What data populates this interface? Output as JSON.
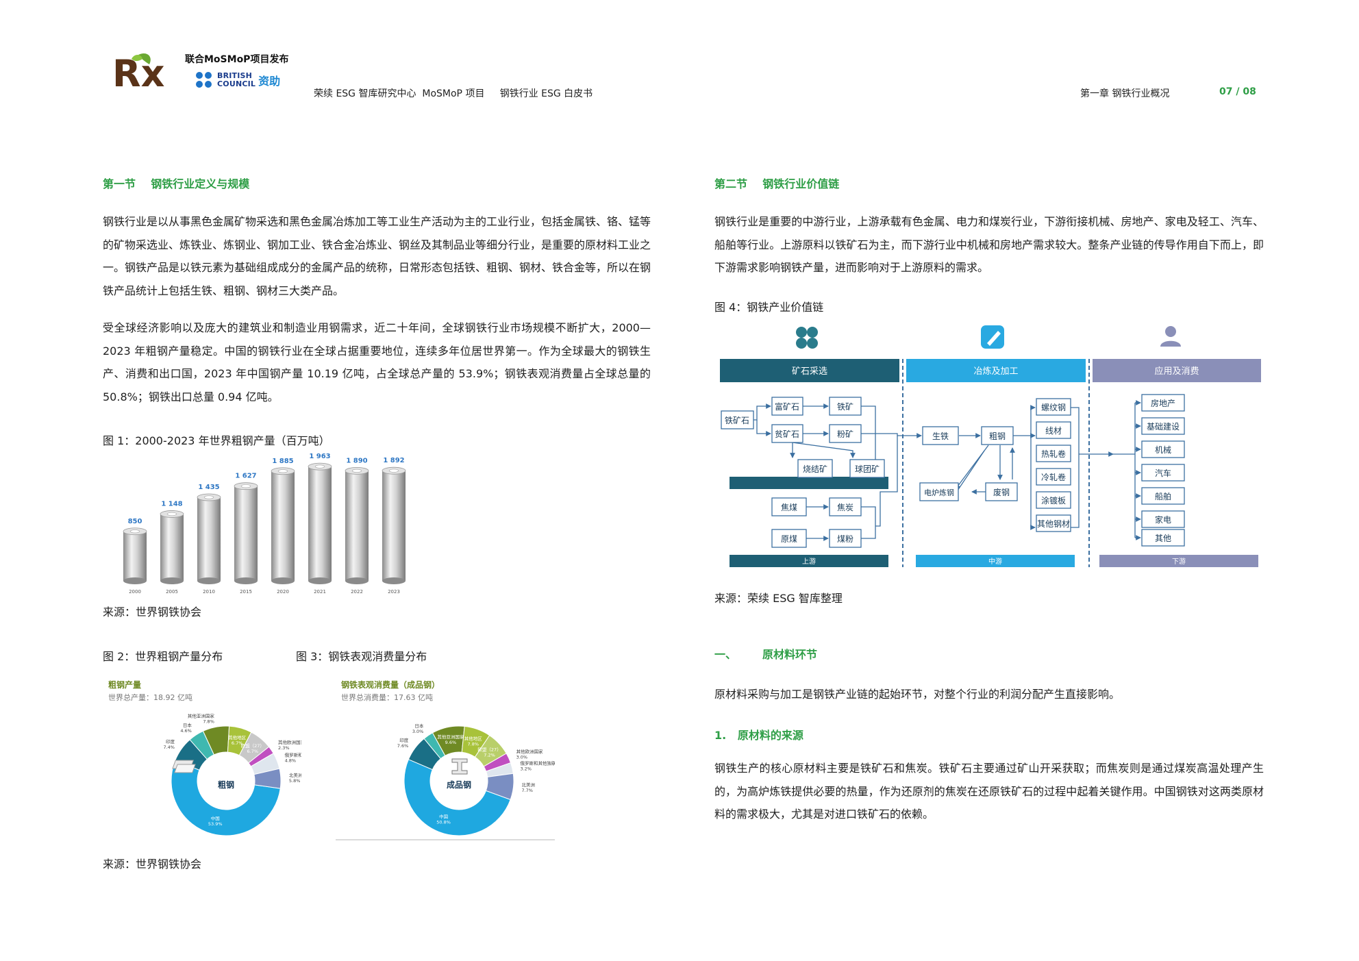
{
  "header": {
    "publisher": "联合MoSMoP项目发布",
    "bc_line1": "BRITISH",
    "bc_line2": "COUNCIL",
    "bc_zizhu": "资助",
    "mid": "荣续 ESG 智库研究中心  MoSMoP 项目     钢铁行业 ESG 白皮书",
    "chapter": "第一章  钢铁行业概况",
    "page": "07 / 08",
    "logo_text": "Rx"
  },
  "left": {
    "section_title": "第一节    钢铁行业定义与规模",
    "para1": "钢铁行业是以从事黑色金属矿物采选和黑色金属冶炼加工等工业生产活动为主的工业行业，包括金属铁、铬、锰等的矿物采选业、炼铁业、炼钢业、钢加工业、铁合金冶炼业、钢丝及其制品业等细分行业，是重要的原材料工业之一。钢铁产品是以铁元素为基础组成成分的金属产品的统称，日常形态包括铁、粗钢、钢材、铁合金等，所以在钢铁产品统计上包括生铁、粗钢、钢材三大类产品。",
    "para2": "受全球经济影响以及庞大的建筑业和制造业用钢需求，近二十年间，全球钢铁行业市场规模不断扩大，2000—2023 年粗钢产量稳定。中国的钢铁行业在全球占据重要地位，连续多年位居世界第一。作为全球最大的钢铁生产、消费和出口国，2023 年中国钢产量 10.19 亿吨，占全球总产量的 53.9%；钢铁表观消费量占全球总量的 50.8%；钢铁出口总量 0.94 亿吨。",
    "fig1_caption": "图 1：2000-2023 年世界粗钢产量（百万吨）",
    "fig1_source": "来源：世界钢铁协会",
    "fig2_caption": "图 2：世界粗钢产量分布",
    "fig3_caption": "图 3：钢铁表观消费量分布",
    "fig23_source": "来源：世界钢铁协会"
  },
  "chart_data": [
    {
      "type": "bar",
      "categories": [
        "2000",
        "2005",
        "2010",
        "2015",
        "2020",
        "2021",
        "2022",
        "2023"
      ],
      "values": [
        850,
        1148,
        1435,
        1627,
        1885,
        1963,
        1890,
        1892
      ],
      "value_labels": [
        "850",
        "1 148",
        "1 435",
        "1 627",
        "1 885",
        "1 963",
        "1 890",
        "1 892"
      ],
      "title": "",
      "xlabel": "",
      "ylabel": "",
      "ylim": [
        0,
        2000
      ],
      "grid": false,
      "color": "#2e77c4"
    },
    {
      "type": "pie",
      "title": "粗钢产量",
      "subtitle": "世界总产量：18.92 亿吨",
      "center_label": "粗钢",
      "slices": [
        {
          "name": "中国",
          "value": 53.9,
          "label": "53.9%",
          "color": "#1fa8e0"
        },
        {
          "name": "印度",
          "value": 7.4,
          "label": "7.4%",
          "color": "#1a6f86"
        },
        {
          "name": "日本",
          "value": 4.6,
          "label": "4.6%",
          "color": "#3fb8b0"
        },
        {
          "name": "其他亚洲国家",
          "value": 7.8,
          "label": "7.8%",
          "color": "#6f8a24"
        },
        {
          "name": "其他地区",
          "value": 6.7,
          "label": "6.7%",
          "color": "#a8c23a"
        },
        {
          "name": "欧盟（27）",
          "value": 6.7,
          "label": "6.7%",
          "color": "#c8c8c8"
        },
        {
          "name": "其他欧洲国家",
          "value": 2.3,
          "label": "2.3%",
          "color": "#c04fc0"
        },
        {
          "name": "俄罗斯和其他独联体国家+乌克兰",
          "value": 4.8,
          "label": "4.8%",
          "color": "#dfe6ee"
        },
        {
          "name": "北美洲",
          "value": 5.8,
          "label": "5.8%",
          "color": "#7a8ec2"
        }
      ]
    },
    {
      "type": "pie",
      "title": "钢铁表观消费量（成品钢）",
      "subtitle": "世界总消费量：17.63 亿吨",
      "center_label": "成品钢",
      "slices": [
        {
          "name": "中国",
          "value": 50.8,
          "label": "50.8%",
          "color": "#1fa8e0"
        },
        {
          "name": "印度",
          "value": 7.6,
          "label": "7.6%",
          "color": "#1a6f86"
        },
        {
          "name": "日本",
          "value": 3.0,
          "label": "3.0%",
          "color": "#3fb8b0"
        },
        {
          "name": "其他亚洲国家",
          "value": 9.6,
          "label": "9.6%",
          "color": "#6f8a24"
        },
        {
          "name": "其他地区",
          "value": 7.8,
          "label": "7.8%",
          "color": "#a8c23a"
        },
        {
          "name": "欧盟（27）",
          "value": 7.2,
          "label": "7.2%",
          "color": "#b9cf6a"
        },
        {
          "name": "其他欧洲国家",
          "value": 3.0,
          "label": "3.0%",
          "color": "#c04fc0"
        },
        {
          "name": "俄罗斯和其他独联体国家+乌克兰",
          "value": 3.2,
          "label": "3.2%",
          "color": "#dfe6ee"
        },
        {
          "name": "北美洲",
          "value": 7.7,
          "label": "7.7%",
          "color": "#7a8ec2"
        }
      ]
    }
  ],
  "right": {
    "section_title": "第二节    钢铁行业价值链",
    "para1": "钢铁行业是重要的中游行业，上游承载有色金属、电力和煤炭行业，下游衔接机械、房地产、家电及轻工、汽车、船舶等行业。上游原料以铁矿石为主，而下游行业中机械和房地产需求较大。整条产业链的传导作用自下而上，即下游需求影响钢铁产量，进而影响对于上游原料的需求。",
    "fig4_caption": "图 4：钢铁产业价值链",
    "fig4_source": "来源：荣续 ESG 智库整理",
    "subsec_num": "一、",
    "subsec_title": "原材料环节",
    "para2": "原材料采购与加工是钢铁产业链的起始环节，对整个行业的利润分配产生直接影响。",
    "item_title": "1.   原材料的来源",
    "para3": "钢铁生产的核心原材料主要是铁矿石和焦炭。铁矿石主要通过矿山开采获取；而焦炭则是通过煤炭高温处理产生的，为高炉炼铁提供必要的热量，作为还原剂的焦炭在还原铁矿石的过程中起着关键作用。中国钢铁对这两类原材料的需求极大，尤其是对进口铁矿石的依赖。"
  },
  "valuechain": {
    "headers": [
      "矿石采选",
      "冶炼及加工",
      "应用及消费"
    ],
    "upstream": [
      "铁矿石",
      "富矿石",
      "贫矿石",
      "铁矿",
      "粉矿",
      "烧结矿",
      "球团矿",
      "焦煤",
      "焦炭",
      "原煤",
      "煤粉"
    ],
    "midstream": [
      "生铁",
      "粗钢",
      "电炉炼钢",
      "废钢"
    ],
    "products": [
      "螺纹钢",
      "线材",
      "热轧卷",
      "冷轧卷",
      "涂镀板",
      "其他钢材"
    ],
    "downstream": [
      "房地产",
      "基础建设",
      "机械",
      "汽车",
      "船舶",
      "家电",
      "其他"
    ],
    "footers": [
      "上游",
      "中游",
      "下游"
    ]
  }
}
